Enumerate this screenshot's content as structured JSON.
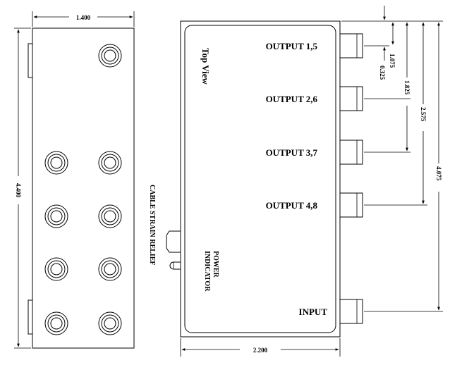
{
  "side_view": {
    "width_dim": "1.400",
    "height_dim": "4.400"
  },
  "top_view": {
    "title": "Top View",
    "outputs": [
      "OUTPUT 1,5",
      "OUTPUT 2,6",
      "OUTPUT 3,7",
      "OUTPUT 4,8"
    ],
    "input_label": "INPUT",
    "cable_label": "CABLE STRAIN RELIEF",
    "power_label_line1": "POWER",
    "power_label_line2": "INDICATOR",
    "width_dim": "2.200",
    "dims": [
      "0.325",
      "1.075",
      "1.825",
      "2.575",
      "4.075"
    ]
  }
}
